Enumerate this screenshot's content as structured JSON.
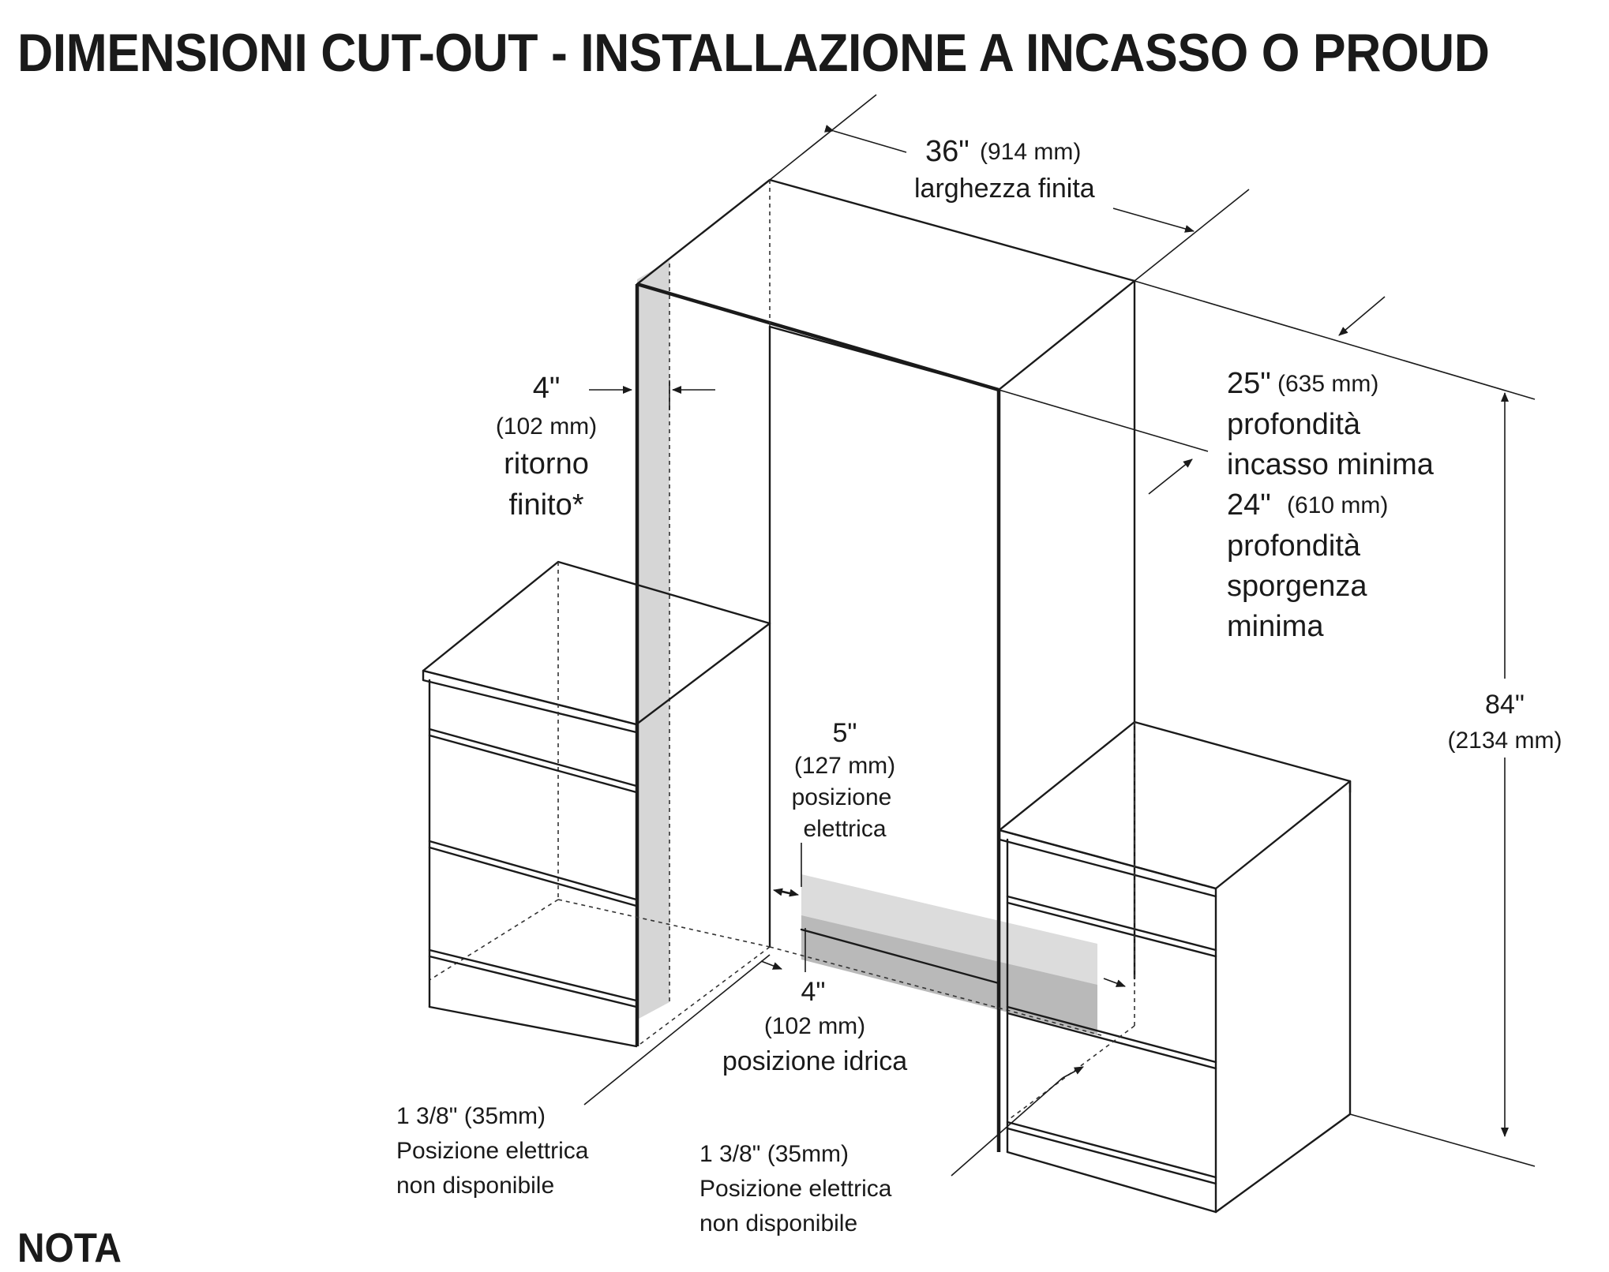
{
  "title": "DIMENSIONI CUT-OUT - INSTALLAZIONE A INCASSO O PROUD",
  "note_heading": "NOTA",
  "dimensions": {
    "width": {
      "value": "36\"",
      "metric": "(914 mm)",
      "label": "larghezza finita"
    },
    "depth": {
      "value_1": "25\"",
      "metric_1": "(635 mm)",
      "label_1a": "profondità",
      "label_1b": "incasso minima",
      "value_2": "24\"",
      "metric_2": "(610 mm)",
      "label_2a": "profondità",
      "label_2b": "sporgenza",
      "label_2c": "minima"
    },
    "height": {
      "value": "84\"",
      "metric": "(2134 mm)"
    },
    "return": {
      "value": "4\"",
      "metric": "(102 mm)",
      "label_a": "ritorno",
      "label_b": "finito*"
    },
    "electrical": {
      "value": "5\"",
      "metric": "(127 mm)",
      "label_a": "posizione",
      "label_b": "elettrica"
    },
    "water": {
      "value": "4\"",
      "metric": "(102 mm)",
      "label": "posizione idrica"
    },
    "unavailable_left": {
      "value": "1 3/8\" (35mm)",
      "label_a": "Posizione elettrica",
      "label_b": "non disponibile"
    },
    "unavailable_right": {
      "value": "1 3/8\" (35mm)",
      "label_a": "Posizione elettrica",
      "label_b": "non disponibile"
    }
  }
}
